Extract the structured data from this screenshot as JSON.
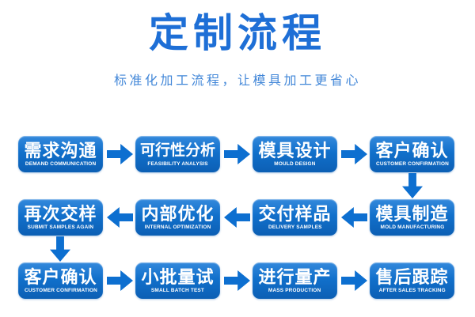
{
  "header": {
    "title": "定制流程",
    "subtitle": "标准化加工流程，让模具加工更省心"
  },
  "colors": {
    "title_blue": "#1e6fd6",
    "subtitle_blue": "#4287d8",
    "box_blue_top": "#3489dc",
    "box_blue_bottom": "#0c5fb4",
    "arrow_blue": "#0d6fd0",
    "box_text": "#ffffff",
    "background": "#ffffff"
  },
  "flow": {
    "rows": [
      {
        "direction": "right",
        "steps": [
          {
            "title": "需求沟通",
            "subtitle": "DEMAND COMMUNICATION"
          },
          {
            "title": "可行性分析",
            "subtitle": "FEASIBILITY ANALYSIS"
          },
          {
            "title": "模具设计",
            "subtitle": "MOULD DESIGN"
          },
          {
            "title": "客户确认",
            "subtitle": "CUSTOMER CONFIRMATION"
          }
        ]
      },
      {
        "direction": "left",
        "steps": [
          {
            "title": "再次交样",
            "subtitle": "SUBMIT SAMPLES AGAIN"
          },
          {
            "title": "内部优化",
            "subtitle": "INTERNAL OPTIMIZATION"
          },
          {
            "title": "交付样品",
            "subtitle": "DELIVERY SAMPLES"
          },
          {
            "title": "模具制造",
            "subtitle": "MOLD MANUFACTURING"
          }
        ]
      },
      {
        "direction": "right",
        "steps": [
          {
            "title": "客户确认",
            "subtitle": "CUSTOMER CONFIRMATION"
          },
          {
            "title": "小批量试",
            "subtitle": "SMALL BATCH TEST"
          },
          {
            "title": "进行量产",
            "subtitle": "MASS PRODUCTION"
          },
          {
            "title": "售后跟踪",
            "subtitle": "AFTER SALES TRACKING"
          }
        ]
      }
    ]
  }
}
